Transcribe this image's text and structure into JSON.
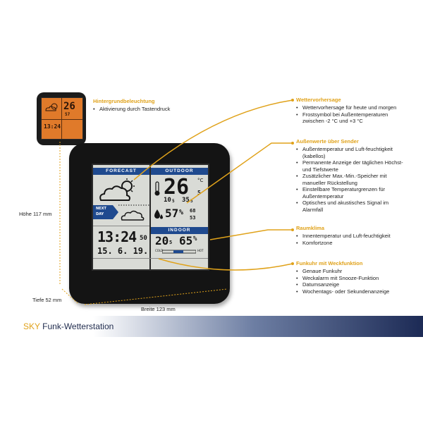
{
  "colors": {
    "accent": "#e0a21a",
    "lcd_blue": "#1f4a8f",
    "device": "#141414",
    "banner_dark": "#1c2a55"
  },
  "backlight": {
    "heading": "Hintergrundbeleuchtung",
    "items": [
      "Aktivierung durch Tastendruck"
    ]
  },
  "lcd": {
    "forecast_label": "FORECAST",
    "outdoor_label": "OUTDOOR",
    "indoor_label": "INDOOR",
    "next_day_line1": "NEXT",
    "next_day_line2": "DAY",
    "outdoor_temp": "26",
    "outdoor_temp_unit": "°C",
    "outdoor_temp_decimal": "5",
    "outdoor_min": "10",
    "outdoor_min_dec": "5",
    "outdoor_max": "35",
    "outdoor_max_dec": "5",
    "outdoor_humidity": "57",
    "outdoor_humidity_unit": "%",
    "hum_max": "68",
    "hum_min": "53",
    "time": "13:24",
    "seconds": "50",
    "date": "15. 6. 19.",
    "indoor_temp": "20",
    "indoor_temp_dec": "5",
    "indoor_humidity": "65",
    "indoor_humidity_unit": "%",
    "comfort_cold": "COLD",
    "comfort_hot": "HOT"
  },
  "mini_lcd": {
    "temp": "26",
    "time": "13:24",
    "humidity": "57"
  },
  "callouts": [
    {
      "heading": "Wettervorhersage",
      "items": [
        "Wettervorhersage für heute und morgen",
        "Frostsymbol bei Außentemperaturen zwischen -2 °C und +3 °C"
      ]
    },
    {
      "heading": "Außenwerte über Sender",
      "items": [
        "Außentemperatur und Luft-feuchtigkeit (kabellos)",
        "Permanente Anzeige der täglichen Höchst- und Tiefstwerte",
        "Zusätzlicher Max.-Min.-Speicher mit manueller Rückstellung",
        "Einstellbare Temperaturgrenzen für Außentemperatur",
        "Optisches und akustisches Signal im Alarmfall"
      ]
    },
    {
      "heading": "Raumklima",
      "items": [
        "Innentemperatur und Luft-feuchtigkeit",
        "Komfortzone"
      ]
    },
    {
      "heading": "Funkuhr mit Weckfunktion",
      "items": [
        "Genaue Funkuhr",
        "Weckalarm mit Snooze-Funktion",
        "Datumsanzeige",
        "Wochentags- oder Sekundenanzeige"
      ]
    }
  ],
  "dimensions": {
    "height": "Höhe 117 mm",
    "depth": "Tiefe 52 mm",
    "width": "Breite 123 mm"
  },
  "banner": {
    "brand": "SKY",
    "title": "Funk-Wetterstation"
  }
}
